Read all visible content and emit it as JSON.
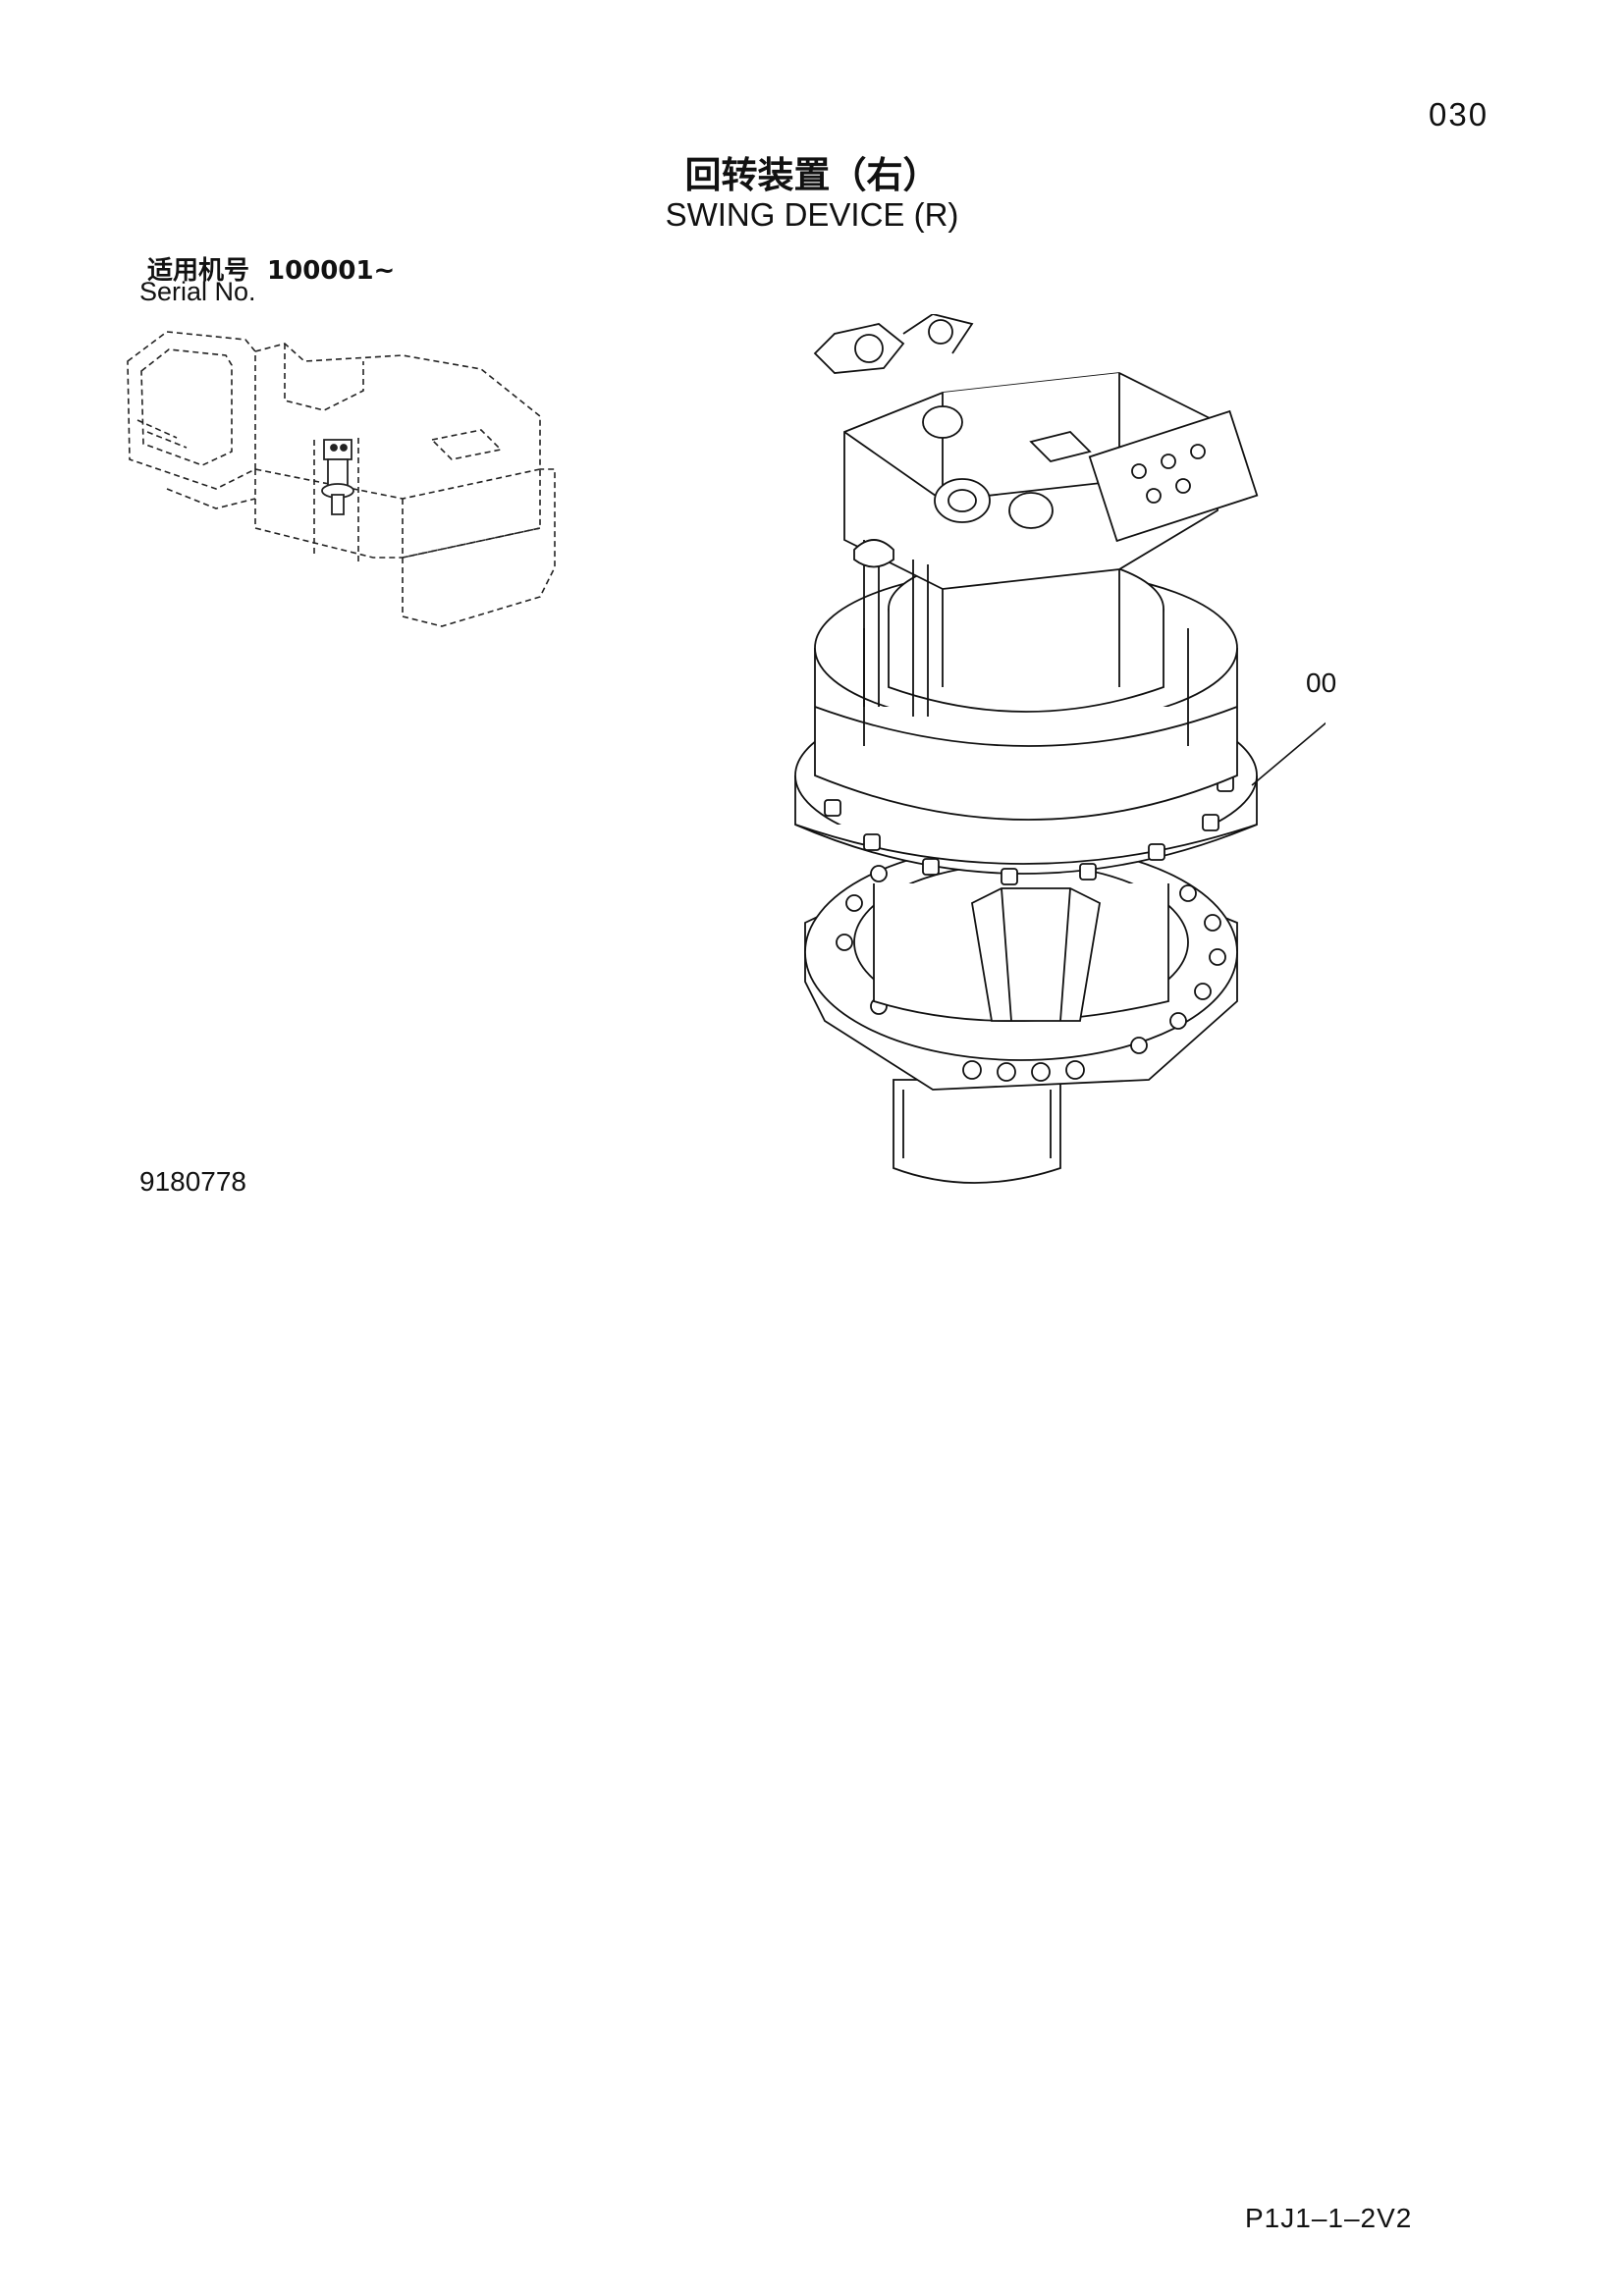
{
  "page": {
    "page_number": "030",
    "title_cn": "回转装置（右）",
    "title_en": "SWING DEVICE (R)",
    "serial_label_cn": "适用机号",
    "serial_range": "100001~",
    "serial_label_en": "Serial No.",
    "figure_code": "9180778",
    "footer_code": "P1J1–1–2V2"
  },
  "callouts": [
    {
      "label": "00"
    }
  ]
}
